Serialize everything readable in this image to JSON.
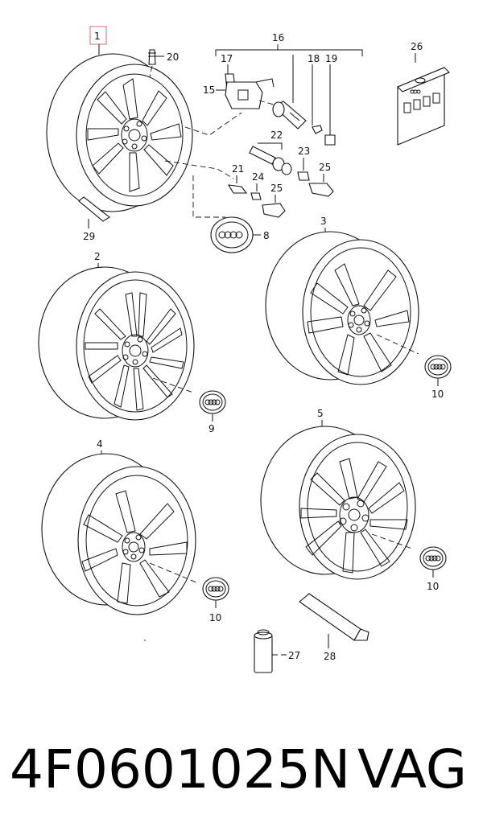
{
  "diagram": {
    "callouts": {
      "c1": "1",
      "c2": "2",
      "c3": "3",
      "c4": "4",
      "c5": "5",
      "c8": "8",
      "c9": "9",
      "c10a": "10",
      "c10b": "10",
      "c10c": "10",
      "c15": "15",
      "c16": "16",
      "c17": "17",
      "c18": "18",
      "c19": "19",
      "c20": "20",
      "c21": "21",
      "c22": "22",
      "c23": "23",
      "c24": "24",
      "c25a": "25",
      "c25b": "25",
      "c26": "26",
      "c27": "27",
      "c28": "28",
      "c29": "29"
    }
  },
  "footer": {
    "part_number": "4F0601025N",
    "brand": "VAG"
  },
  "colors": {
    "highlight_box": "#e58a8a",
    "line": "#111111"
  }
}
